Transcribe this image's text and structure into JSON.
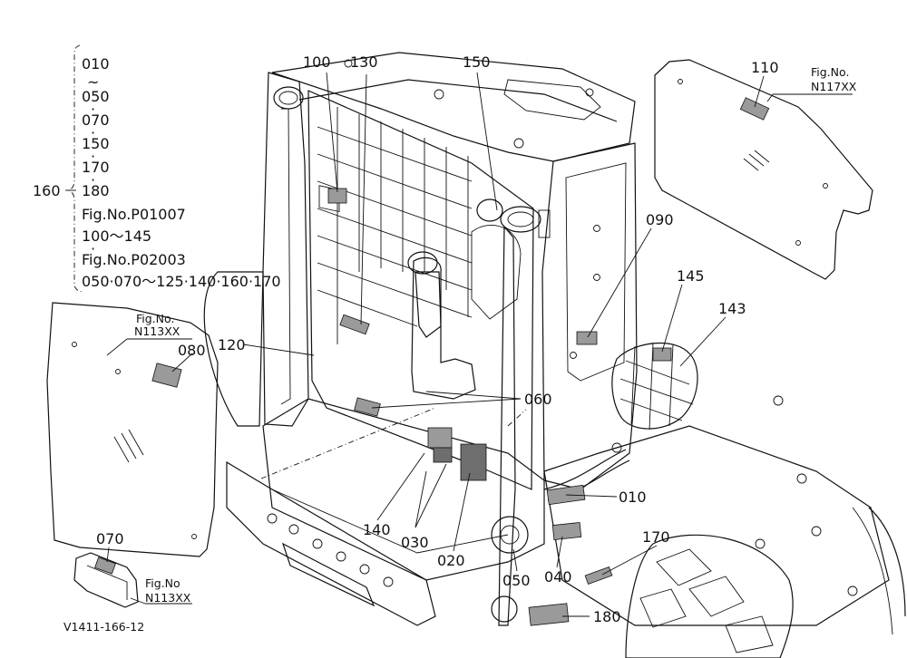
{
  "figure_id": "V1411-166-12",
  "callouts": {
    "c010": "010",
    "c020": "020",
    "c030": "030",
    "c040": "040",
    "c050": "050",
    "c060": "060",
    "c070": "070",
    "c080": "080",
    "c090": "090",
    "c100": "100",
    "c110": "110",
    "c120": "120",
    "c130": "130",
    "c140": "140",
    "c143": "143",
    "c145": "145",
    "c150": "150",
    "c160": "160",
    "c170": "170",
    "c180": "180"
  },
  "bracket_list": [
    "010",
    "~",
    "050",
    "·",
    "070",
    "·",
    "150",
    "·",
    "170",
    "·",
    "180",
    "Fig.No.P01007",
    "100～145",
    "·",
    "Fig.No.P02003",
    "050·070～125·140·160·170"
  ],
  "fig_refs": {
    "right_panel": {
      "line1": "Fig.No.",
      "line2": "N117XX"
    },
    "left_panel": {
      "line1": "Fig.No.",
      "line2": "N113XX"
    },
    "bracket": {
      "line1": "Fig.No",
      "line2": "N113XX"
    }
  }
}
